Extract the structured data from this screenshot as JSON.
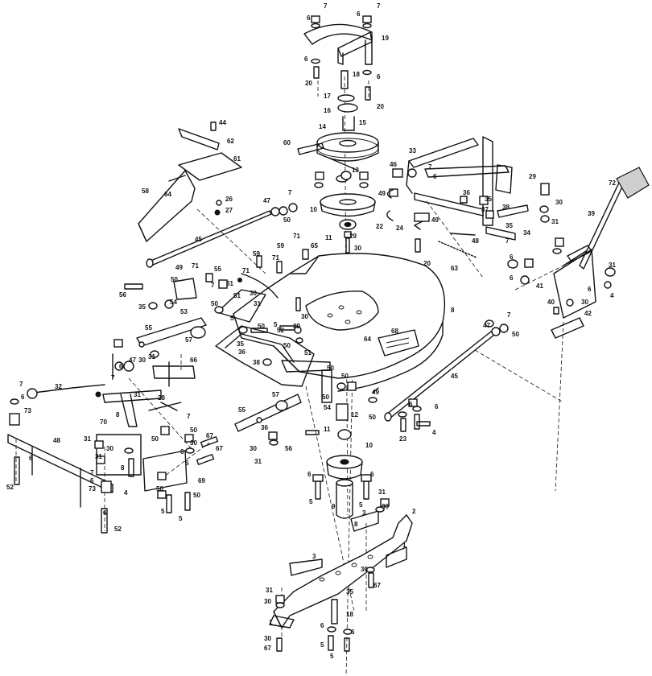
{
  "labels": [
    {
      "id": "l7a",
      "text": "7"
    },
    {
      "id": "l6a",
      "text": "6"
    },
    {
      "id": "l6b",
      "text": "6"
    },
    {
      "id": "l7b",
      "text": "7"
    },
    {
      "id": "l19",
      "text": "19"
    },
    {
      "id": "l6c",
      "text": "6"
    },
    {
      "id": "l20a",
      "text": "20"
    },
    {
      "id": "l18a",
      "text": "18"
    },
    {
      "id": "l6d",
      "text": "6"
    },
    {
      "id": "l20b",
      "text": "20"
    },
    {
      "id": "l17",
      "text": "17"
    },
    {
      "id": "l16",
      "text": "16"
    },
    {
      "id": "l15",
      "text": "15"
    },
    {
      "id": "l14",
      "text": "14"
    },
    {
      "id": "l60",
      "text": "60"
    },
    {
      "id": "l44",
      "text": "44"
    },
    {
      "id": "l62",
      "text": "62"
    },
    {
      "id": "l61",
      "text": "61"
    },
    {
      "id": "l58",
      "text": "58"
    },
    {
      "id": "l64a",
      "text": "64"
    },
    {
      "id": "l26",
      "text": "26"
    },
    {
      "id": "l27",
      "text": "27"
    },
    {
      "id": "l47a",
      "text": "47"
    },
    {
      "id": "l7c",
      "text": "7"
    },
    {
      "id": "l50a",
      "text": "50"
    },
    {
      "id": "l45a",
      "text": "45"
    },
    {
      "id": "l33",
      "text": "33"
    },
    {
      "id": "l46a",
      "text": "46"
    },
    {
      "id": "l7d",
      "text": "7"
    },
    {
      "id": "l6e",
      "text": "6"
    },
    {
      "id": "l13",
      "text": "13"
    },
    {
      "id": "l10a",
      "text": "10"
    },
    {
      "id": "l49a",
      "text": "49"
    },
    {
      "id": "l36",
      "text": "36"
    },
    {
      "id": "l35a",
      "text": "35"
    },
    {
      "id": "l29a",
      "text": "29"
    },
    {
      "id": "l30a",
      "text": "30"
    },
    {
      "id": "l72",
      "text": "72"
    },
    {
      "id": "l39",
      "text": "39"
    },
    {
      "id": "l22",
      "text": "22"
    },
    {
      "id": "l24",
      "text": "24"
    },
    {
      "id": "l49b",
      "text": "49"
    },
    {
      "id": "l37",
      "text": "37"
    },
    {
      "id": "l38",
      "text": "38"
    },
    {
      "id": "l35b",
      "text": "35"
    },
    {
      "id": "l34",
      "text": "34"
    },
    {
      "id": "l48a",
      "text": "48"
    },
    {
      "id": "l11a",
      "text": "11"
    },
    {
      "id": "l29b",
      "text": "29"
    },
    {
      "id": "l30b",
      "text": "30"
    },
    {
      "id": "l20c",
      "text": "20"
    },
    {
      "id": "l63",
      "text": "63"
    },
    {
      "id": "l31a",
      "text": "31"
    },
    {
      "id": "l59a",
      "text": "59"
    },
    {
      "id": "l71a",
      "text": "71"
    },
    {
      "id": "l65",
      "text": "65"
    },
    {
      "id": "l59b",
      "text": "59"
    },
    {
      "id": "l71b",
      "text": "71"
    },
    {
      "id": "l49c",
      "text": "49"
    },
    {
      "id": "l50b",
      "text": "50"
    },
    {
      "id": "l71c",
      "text": "71"
    },
    {
      "id": "l55a",
      "text": "55"
    },
    {
      "id": "l71d",
      "text": "71"
    },
    {
      "id": "l31b",
      "text": "31"
    },
    {
      "id": "l56a",
      "text": "56"
    },
    {
      "id": "l54a",
      "text": "54"
    },
    {
      "id": "l53",
      "text": "53"
    },
    {
      "id": "l35c",
      "text": "35"
    },
    {
      "id": "l7e",
      "text": "7"
    },
    {
      "id": "l50c",
      "text": "50"
    },
    {
      "id": "l51a",
      "text": "51"
    },
    {
      "id": "l30c",
      "text": "30"
    },
    {
      "id": "l31c",
      "text": "31"
    },
    {
      "id": "l8",
      "text": "8"
    },
    {
      "id": "l7f",
      "text": "7"
    },
    {
      "id": "l6f",
      "text": "6"
    },
    {
      "id": "l31d",
      "text": "31"
    },
    {
      "id": "l41",
      "text": "41"
    },
    {
      "id": "l6g",
      "text": "6"
    },
    {
      "id": "l40",
      "text": "40"
    },
    {
      "id": "l30d",
      "text": "30"
    },
    {
      "id": "l42",
      "text": "42"
    },
    {
      "id": "l4a",
      "text": "4"
    },
    {
      "id": "l6h",
      "text": "6"
    },
    {
      "id": "l55b",
      "text": "55"
    },
    {
      "id": "l5a",
      "text": "5"
    },
    {
      "id": "l50d",
      "text": "50"
    },
    {
      "id": "l52a",
      "text": "52"
    },
    {
      "id": "l5b",
      "text": "5"
    },
    {
      "id": "l29c",
      "text": "29"
    },
    {
      "id": "l30e",
      "text": "30"
    },
    {
      "id": "l57a",
      "text": "57"
    },
    {
      "id": "l35d",
      "text": "35"
    },
    {
      "id": "l50e",
      "text": "50"
    },
    {
      "id": "l68",
      "text": "68"
    },
    {
      "id": "l64b",
      "text": "64"
    },
    {
      "id": "l47b",
      "text": "47"
    },
    {
      "id": "l50f",
      "text": "50"
    },
    {
      "id": "l7g",
      "text": "7"
    },
    {
      "id": "l36b",
      "text": "36"
    },
    {
      "id": "l38b",
      "text": "38"
    },
    {
      "id": "l51b",
      "text": "51"
    },
    {
      "id": "l47c",
      "text": "47"
    },
    {
      "id": "l30f",
      "text": "30"
    },
    {
      "id": "l31e",
      "text": "31"
    },
    {
      "id": "l6i",
      "text": "6"
    },
    {
      "id": "l66",
      "text": "66"
    },
    {
      "id": "l7h",
      "text": "7"
    },
    {
      "id": "l32",
      "text": "32"
    },
    {
      "id": "l31f",
      "text": "31"
    },
    {
      "id": "l28",
      "text": "28"
    },
    {
      "id": "l50g",
      "text": "50"
    },
    {
      "id": "l50h",
      "text": "50"
    },
    {
      "id": "l57b",
      "text": "57"
    },
    {
      "id": "l45b",
      "text": "45"
    },
    {
      "id": "l7i",
      "text": "7"
    },
    {
      "id": "l6j",
      "text": "6"
    },
    {
      "id": "l73a",
      "text": "73"
    },
    {
      "id": "l54b",
      "text": "54"
    },
    {
      "id": "l50i",
      "text": "50"
    },
    {
      "id": "l49d",
      "text": "49"
    },
    {
      "id": "l50j",
      "text": "50"
    },
    {
      "id": "l12",
      "text": "12"
    },
    {
      "id": "l6k",
      "text": "6"
    },
    {
      "id": "l6l",
      "text": "6"
    },
    {
      "id": "l23",
      "text": "23"
    },
    {
      "id": "l4b",
      "text": "4"
    },
    {
      "id": "l8b",
      "text": "8"
    },
    {
      "id": "l55c",
      "text": "55"
    },
    {
      "id": "l70",
      "text": "70"
    },
    {
      "id": "l7j",
      "text": "7"
    },
    {
      "id": "l50k",
      "text": "50"
    },
    {
      "id": "l36c",
      "text": "36"
    },
    {
      "id": "l56b",
      "text": "56"
    },
    {
      "id": "l48b",
      "text": "48"
    },
    {
      "id": "l31g",
      "text": "31"
    },
    {
      "id": "l50l",
      "text": "50"
    },
    {
      "id": "l30g",
      "text": "30"
    },
    {
      "id": "l67a",
      "text": "67"
    },
    {
      "id": "l11b",
      "text": "11"
    },
    {
      "id": "l30h",
      "text": "30"
    },
    {
      "id": "l31h",
      "text": "31"
    },
    {
      "id": "l6m",
      "text": "6"
    },
    {
      "id": "l10b",
      "text": "10"
    },
    {
      "id": "l31i",
      "text": "31"
    },
    {
      "id": "l30i",
      "text": "30"
    },
    {
      "id": "l8c",
      "text": "8"
    },
    {
      "id": "l67b",
      "text": "67"
    },
    {
      "id": "l6n",
      "text": "6"
    },
    {
      "id": "l7k",
      "text": "7"
    },
    {
      "id": "l6o",
      "text": "6"
    },
    {
      "id": "l73b",
      "text": "73"
    },
    {
      "id": "l6p",
      "text": "6"
    },
    {
      "id": "l69",
      "text": "69"
    },
    {
      "id": "l52b",
      "text": "52"
    },
    {
      "id": "l4c",
      "text": "4"
    },
    {
      "id": "l50m",
      "text": "50"
    },
    {
      "id": "l5c",
      "text": "5"
    },
    {
      "id": "l50n",
      "text": "50"
    },
    {
      "id": "l5d",
      "text": "5"
    },
    {
      "id": "l6q",
      "text": "6"
    },
    {
      "id": "l6r",
      "text": "6"
    },
    {
      "id": "l5e",
      "text": "5"
    },
    {
      "id": "l9",
      "text": "9"
    },
    {
      "id": "l5f",
      "text": "5"
    },
    {
      "id": "l31j",
      "text": "31"
    },
    {
      "id": "l3a",
      "text": "3"
    },
    {
      "id": "l30j",
      "text": "30"
    },
    {
      "id": "l2",
      "text": "2"
    },
    {
      "id": "l8d",
      "text": "8"
    },
    {
      "id": "l6s",
      "text": "6"
    },
    {
      "id": "l52c",
      "text": "52"
    },
    {
      "id": "l3b",
      "text": "3"
    },
    {
      "id": "l1a",
      "text": "1"
    },
    {
      "id": "l30k",
      "text": "30"
    },
    {
      "id": "l67c",
      "text": "67"
    },
    {
      "id": "l31k",
      "text": "31"
    },
    {
      "id": "l30l",
      "text": "30"
    },
    {
      "id": "l35e",
      "text": "35"
    },
    {
      "id": "l18b",
      "text": "18"
    },
    {
      "id": "l1b",
      "text": "1"
    },
    {
      "id": "l6t",
      "text": "6"
    },
    {
      "id": "l30m",
      "text": "30"
    },
    {
      "id": "l6u",
      "text": "6"
    },
    {
      "id": "l67d",
      "text": "67"
    },
    {
      "id": "l5g",
      "text": "5"
    },
    {
      "id": "l5h",
      "text": "5"
    }
  ]
}
